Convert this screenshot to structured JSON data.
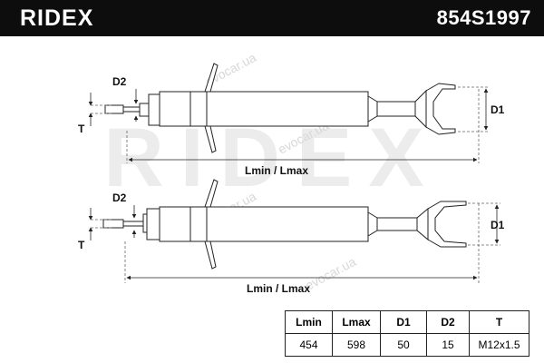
{
  "header": {
    "brand": "RIDEX",
    "part_number": "854S1997"
  },
  "watermark": {
    "brand": "RIDEX",
    "site": "evocar.ua"
  },
  "labels": {
    "d1": "D1",
    "d2": "D2",
    "t": "T",
    "length": "Lmin / Lmax"
  },
  "spec_table": {
    "headers": [
      "Lmin",
      "Lmax",
      "D1",
      "D2",
      "T"
    ],
    "values": [
      "454",
      "598",
      "50",
      "15",
      "M12x1.5"
    ]
  },
  "colors": {
    "header_bg": "#0d0d0d",
    "line": "#222222",
    "dash": "#666666",
    "watermark": "#e8e8e8"
  }
}
